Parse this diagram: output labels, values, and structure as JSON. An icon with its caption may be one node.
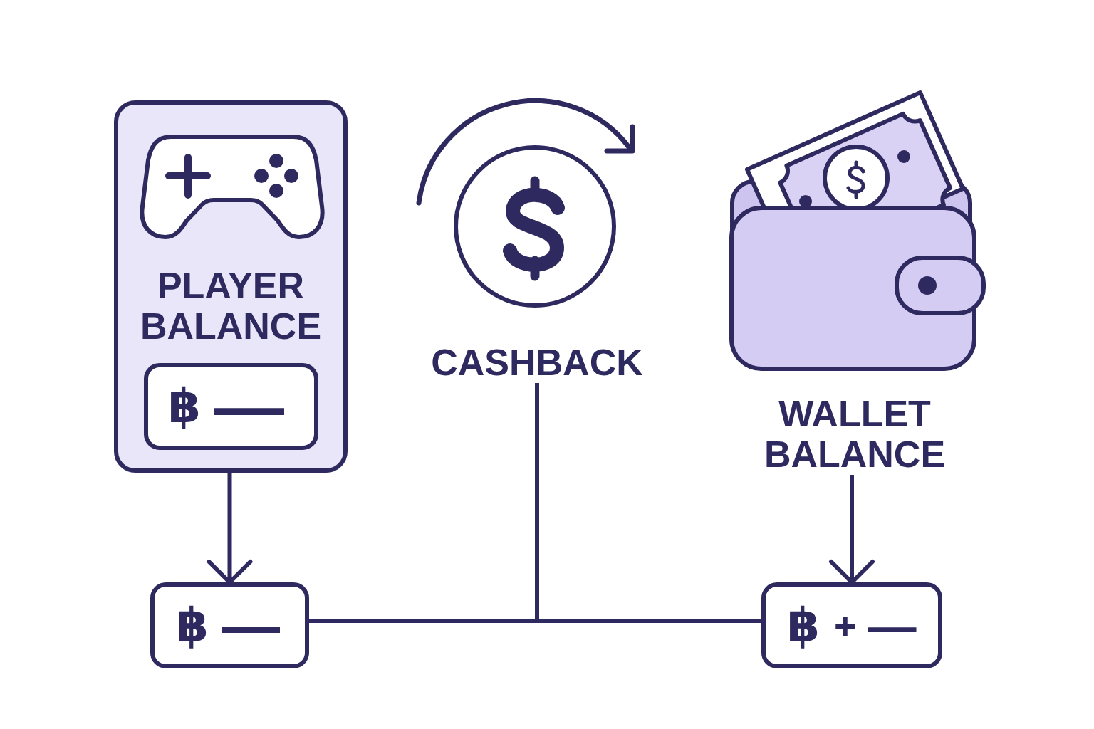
{
  "diagram": {
    "nodes": [
      {
        "text": [
          "PLAYER BALANCE"
        ]
      },
      {
        "text": [
          "฿",
          "—"
        ],
        "in": 0
      },
      {
        "text": [
          "CASHBACK"
        ]
      },
      {
        "text": [
          "WALLET BALANCE"
        ]
      },
      {
        "text": [
          "฿",
          "—"
        ]
      },
      {
        "text": [
          "฿",
          "+",
          "—"
        ]
      }
    ],
    "edges": [
      {
        "from": 0,
        "to": 4,
        "arrow": "to"
      },
      {
        "from": 3,
        "to": 5,
        "arrow": "to"
      },
      {
        "from": 2,
        "to": 4,
        "arrow": "none"
      },
      {
        "from": 2,
        "to": 5,
        "arrow": "none"
      }
    ]
  }
}
